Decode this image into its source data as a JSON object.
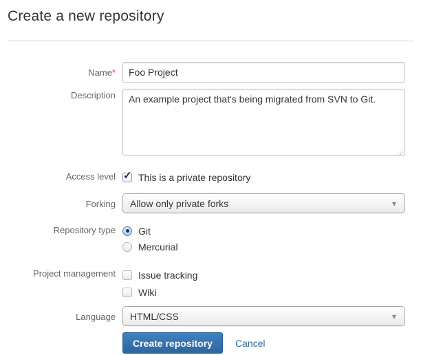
{
  "page": {
    "title": "Create a new repository"
  },
  "form": {
    "name": {
      "label": "Name",
      "required_marker": "*",
      "value": "Foo Project"
    },
    "description": {
      "label": "Description",
      "value": "An example project that's being migrated from SVN to Git."
    },
    "access_level": {
      "label": "Access level",
      "checkbox_label": "This is a private repository",
      "checked": true
    },
    "forking": {
      "label": "Forking",
      "selected_option": "Allow only private forks"
    },
    "repository_type": {
      "label": "Repository type",
      "options": [
        {
          "label": "Git",
          "selected": true
        },
        {
          "label": "Mercurial",
          "selected": false
        }
      ]
    },
    "project_management": {
      "label": "Project management",
      "options": [
        {
          "label": "Issue tracking",
          "checked": false
        },
        {
          "label": "Wiki",
          "checked": false
        }
      ]
    },
    "language": {
      "label": "Language",
      "selected_option": "HTML/CSS"
    },
    "actions": {
      "submit_label": "Create repository",
      "cancel_label": "Cancel"
    }
  },
  "icons": {
    "checkmark": "✓",
    "dropdown_arrow": "▾"
  },
  "colors": {
    "accent_blue": "#2a67a5",
    "button_gradient_top": "#3f81c1",
    "button_gradient_bottom": "#2d669f",
    "required_red": "#d04437",
    "divider_gray": "#cccccc"
  }
}
